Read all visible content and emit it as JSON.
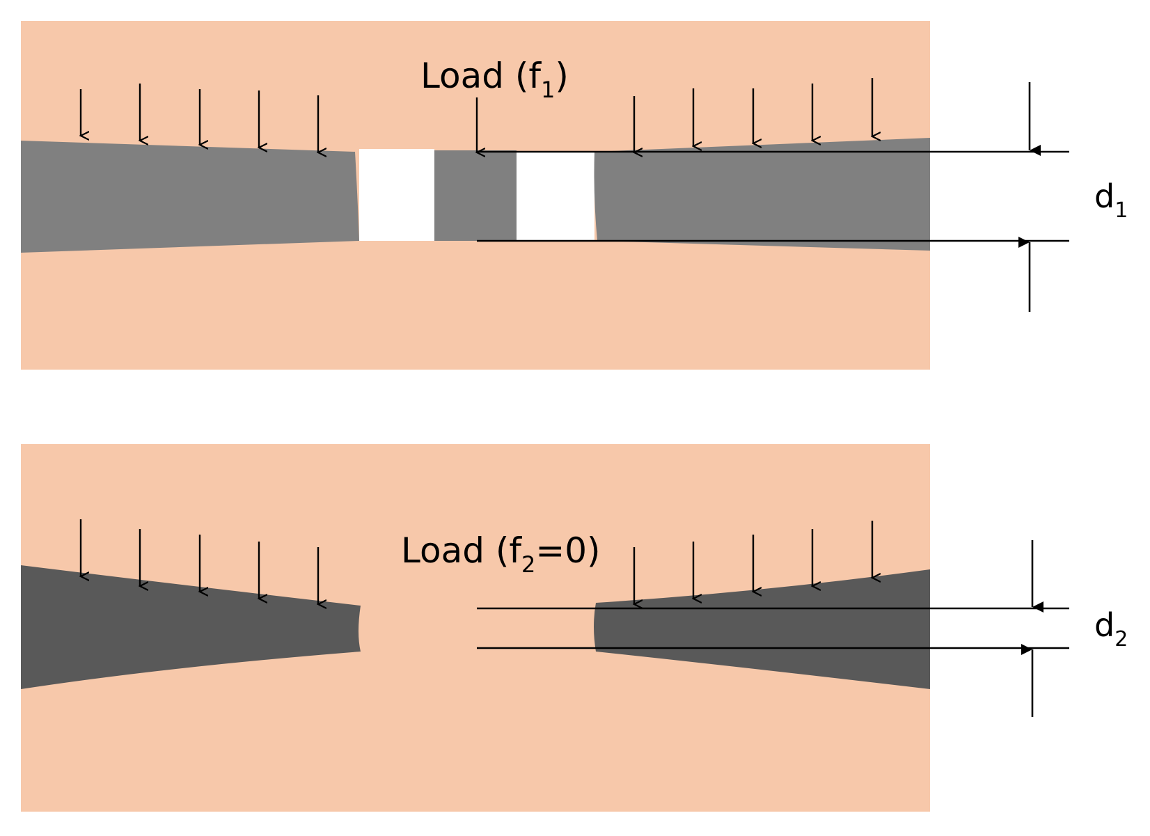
{
  "colors": {
    "tissue": "#f7c8aa",
    "gasket_loaded": "#808080",
    "gasket_unloaded": "#595959",
    "line": "#000000",
    "background": "#ffffff"
  },
  "panels": [
    {
      "state": "loaded",
      "load_label": {
        "prefix": "Load (f",
        "sub": "1",
        "suffix": ")"
      },
      "gap_label": {
        "main": "d",
        "sub": "1"
      }
    },
    {
      "state": "unloaded",
      "load_label": {
        "prefix": "Load (f",
        "sub": "2",
        "suffix": "=0)"
      },
      "gap_label": {
        "main": "d",
        "sub": "2"
      }
    }
  ]
}
